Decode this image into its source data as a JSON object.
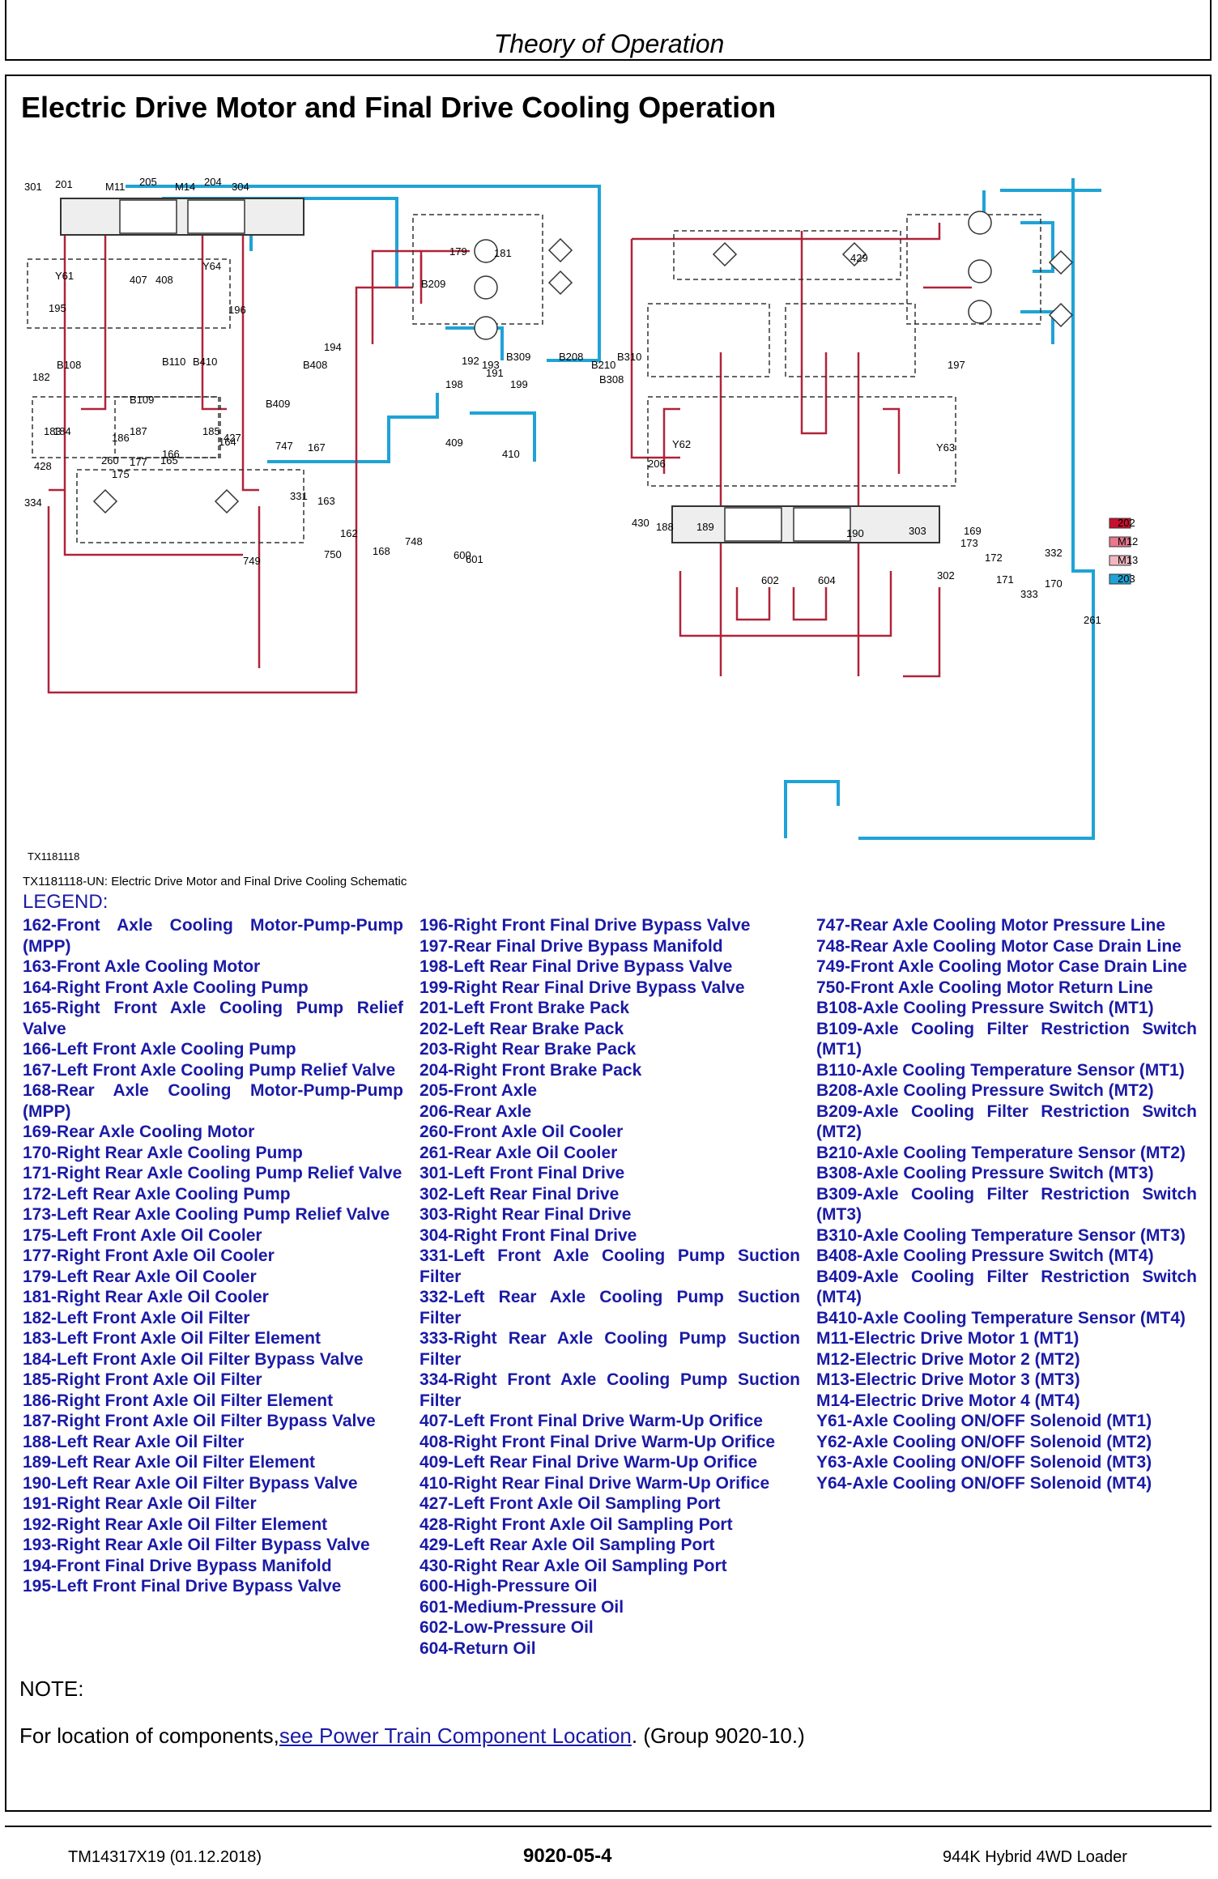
{
  "header": {
    "title": "Theory of Operation"
  },
  "section": {
    "title": "Electric Drive Motor and Final Drive Cooling Operation"
  },
  "figure": {
    "id": "TX1181118",
    "caption": "TX1181118-UN: Electric Drive Motor and Final Drive Cooling Schematic",
    "pressure_colors": {
      "600": "#c8102e",
      "601": "#e8788c",
      "602": "#f2b6c2",
      "604": "#1fa3d6"
    }
  },
  "legend": {
    "heading": "LEGEND:",
    "col1": [
      "162-Front Axle Cooling Motor-Pump-Pump (MPP)",
      "163-Front Axle Cooling Motor",
      "164-Right Front Axle Cooling Pump",
      "165-Right Front Axle Cooling Pump Relief Valve",
      "166-Left Front Axle Cooling Pump",
      "167-Left Front Axle Cooling Pump Relief Valve",
      "168-Rear Axle Cooling Motor-Pump-Pump (MPP)",
      "169-Rear Axle Cooling Motor",
      "170-Right Rear Axle Cooling Pump",
      "171-Right Rear Axle Cooling Pump Relief Valve",
      "172-Left Rear Axle Cooling Pump",
      "173-Left Rear Axle Cooling Pump Relief Valve",
      "175-Left Front Axle Oil Cooler",
      "177-Right Front Axle Oil Cooler",
      "179-Left Rear Axle Oil Cooler",
      "181-Right Rear Axle Oil Cooler",
      "182-Left Front Axle Oil Filter",
      "183-Left Front Axle Oil Filter Element",
      "184-Left Front Axle Oil Filter Bypass Valve",
      "185-Right Front Axle Oil Filter",
      "186-Right Front Axle Oil Filter Element",
      "187-Right Front Axle Oil Filter Bypass Valve",
      "188-Left Rear Axle Oil Filter",
      "189-Left Rear Axle Oil Filter Element",
      "190-Left Rear Axle Oil Filter Bypass Valve",
      "191-Right Rear Axle Oil Filter",
      "192-Right Rear Axle Oil Filter Element",
      "193-Right Rear Axle Oil Filter Bypass Valve",
      "194-Front Final Drive Bypass Manifold",
      "195-Left Front Final Drive Bypass Valve"
    ],
    "col2": [
      "196-Right Front Final Drive Bypass Valve",
      "197-Rear Final Drive Bypass Manifold",
      "198-Left Rear Final Drive Bypass Valve",
      "199-Right Rear Final Drive Bypass Valve",
      "201-Left Front Brake Pack",
      "202-Left Rear Brake Pack",
      "203-Right Rear Brake Pack",
      "204-Right Front Brake Pack",
      "205-Front Axle",
      "206-Rear Axle",
      "260-Front Axle Oil Cooler",
      "261-Rear Axle Oil Cooler",
      "301-Left Front Final Drive",
      "302-Left Rear Final Drive",
      "303-Right Rear Final Drive",
      "304-Right Front Final Drive",
      "331-Left Front Axle Cooling Pump Suction Filter",
      "332-Left Rear Axle Cooling Pump Suction Filter",
      "333-Right Rear Axle Cooling Pump Suction Filter",
      "334-Right Front Axle Cooling Pump Suction Filter",
      "407-Left Front Final Drive Warm-Up Orifice",
      "408-Right Front Final Drive Warm-Up Orifice",
      "409-Left Rear Final Drive Warm-Up Orifice",
      "410-Right Rear Final Drive Warm-Up Orifice",
      "427-Left Front Axle Oil Sampling Port",
      "428-Right Front Axle Oil Sampling Port",
      "429-Left Rear Axle Oil Sampling Port",
      "430-Right Rear Axle Oil Sampling Port",
      "600-High-Pressure Oil",
      "601-Medium-Pressure Oil",
      "602-Low-Pressure Oil",
      "604-Return Oil"
    ],
    "col3": [
      "747-Rear Axle Cooling Motor Pressure Line",
      "748-Rear Axle Cooling Motor Case Drain Line",
      "749-Front Axle Cooling Motor Case Drain Line",
      "750-Front Axle Cooling Motor Return Line",
      "B108-Axle Cooling Pressure Switch (MT1)",
      "B109-Axle Cooling Filter Restriction Switch (MT1)",
      "B110-Axle Cooling Temperature Sensor (MT1)",
      "B208-Axle Cooling Pressure Switch (MT2)",
      "B209-Axle Cooling Filter Restriction Switch (MT2)",
      "B210-Axle Cooling Temperature Sensor (MT2)",
      "B308-Axle Cooling Pressure Switch (MT3)",
      "B309-Axle Cooling Filter Restriction Switch (MT3)",
      "B310-Axle Cooling Temperature Sensor (MT3)",
      "B408-Axle Cooling Pressure Switch (MT4)",
      "B409-Axle Cooling Filter Restriction Switch (MT4)",
      "B410-Axle Cooling Temperature Sensor (MT4)",
      "M11-Electric Drive Motor 1 (MT1)",
      "M12-Electric Drive Motor 2 (MT2)",
      "M13-Electric Drive Motor 3 (MT3)",
      "M14-Electric Drive Motor 4 (MT4)",
      "Y61-Axle Cooling ON/OFF Solenoid (MT1)",
      "Y62-Axle Cooling ON/OFF Solenoid (MT2)",
      "Y63-Axle Cooling ON/OFF Solenoid (MT3)",
      "Y64-Axle Cooling ON/OFF Solenoid (MT4)"
    ]
  },
  "note": {
    "label": "NOTE:",
    "prefix": "For location of components,",
    "link": "see Power Train Component Location",
    "suffix": ". (Group 9020-10.)"
  },
  "footer": {
    "left": "TM14317X19 (01.12.2018)",
    "center": "9020-05-4",
    "right": "944K Hybrid 4WD Loader"
  },
  "callouts": [
    "301",
    "201",
    "M11",
    "205",
    "M14",
    "204",
    "304",
    "Y61",
    "407",
    "408",
    "Y64",
    "195",
    "196",
    "B108",
    "B110",
    "B410",
    "B408",
    "194",
    "182",
    "B109",
    "B409",
    "183",
    "184",
    "186",
    "187",
    "185",
    "427",
    "428",
    "260",
    "175",
    "177",
    "165",
    "164",
    "334",
    "167",
    "166",
    "331",
    "163",
    "162",
    "750",
    "749",
    "748",
    "168",
    "747",
    "169",
    "173",
    "172",
    "332",
    "171",
    "170",
    "333",
    "261",
    "179",
    "181",
    "429",
    "430",
    "188",
    "189",
    "190",
    "B209",
    "192",
    "193",
    "B309",
    "191",
    "B208",
    "B210",
    "B310",
    "B308",
    "198",
    "199",
    "197",
    "409",
    "410",
    "Y62",
    "Y63",
    "206",
    "302",
    "202",
    "M12",
    "M13",
    "203",
    "303",
    "600",
    "601",
    "602",
    "604"
  ]
}
